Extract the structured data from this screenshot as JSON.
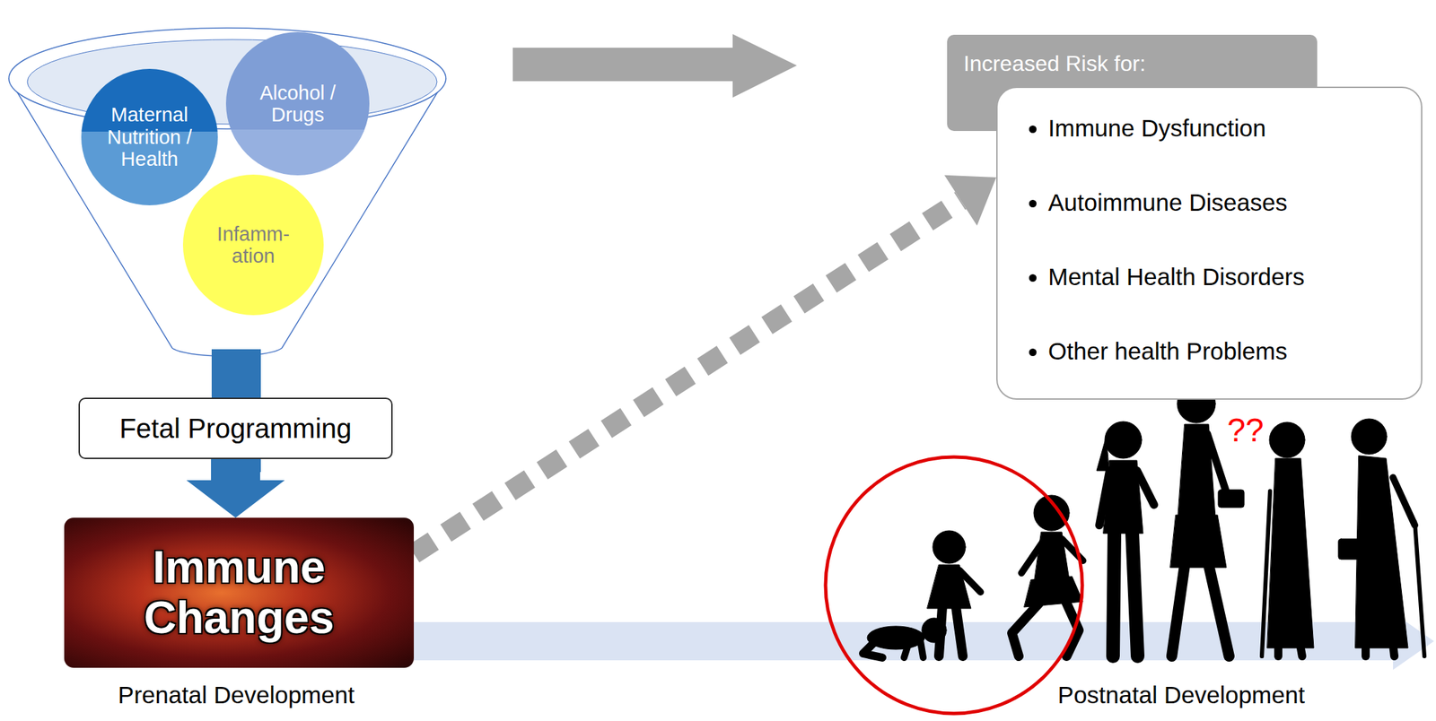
{
  "diagram": {
    "nodes": [
      {
        "text": [
          "Maternal Nutrition / Health"
        ]
      },
      {
        "text": [
          "Alcohol / Drugs"
        ]
      },
      {
        "text": [
          "Infamm- ation"
        ]
      },
      {
        "text": [
          "Fetal Programming"
        ]
      },
      {
        "text": [
          "Immune Changes"
        ]
      },
      {
        "text": [
          "Increased Risk for:"
        ]
      },
      {
        "text": [
          "Immune Dysfunction",
          "Autoimmune Diseases",
          "Mental Health Disorders",
          "Other health Problems"
        ]
      }
    ],
    "edges": [
      {
        "from": 3,
        "to": 4,
        "arrow": "to"
      },
      {
        "from": 4,
        "to": 6,
        "arrow": "to"
      }
    ],
    "labels": [
      "Prenatal Development",
      "??",
      "Postnatal Development"
    ]
  }
}
